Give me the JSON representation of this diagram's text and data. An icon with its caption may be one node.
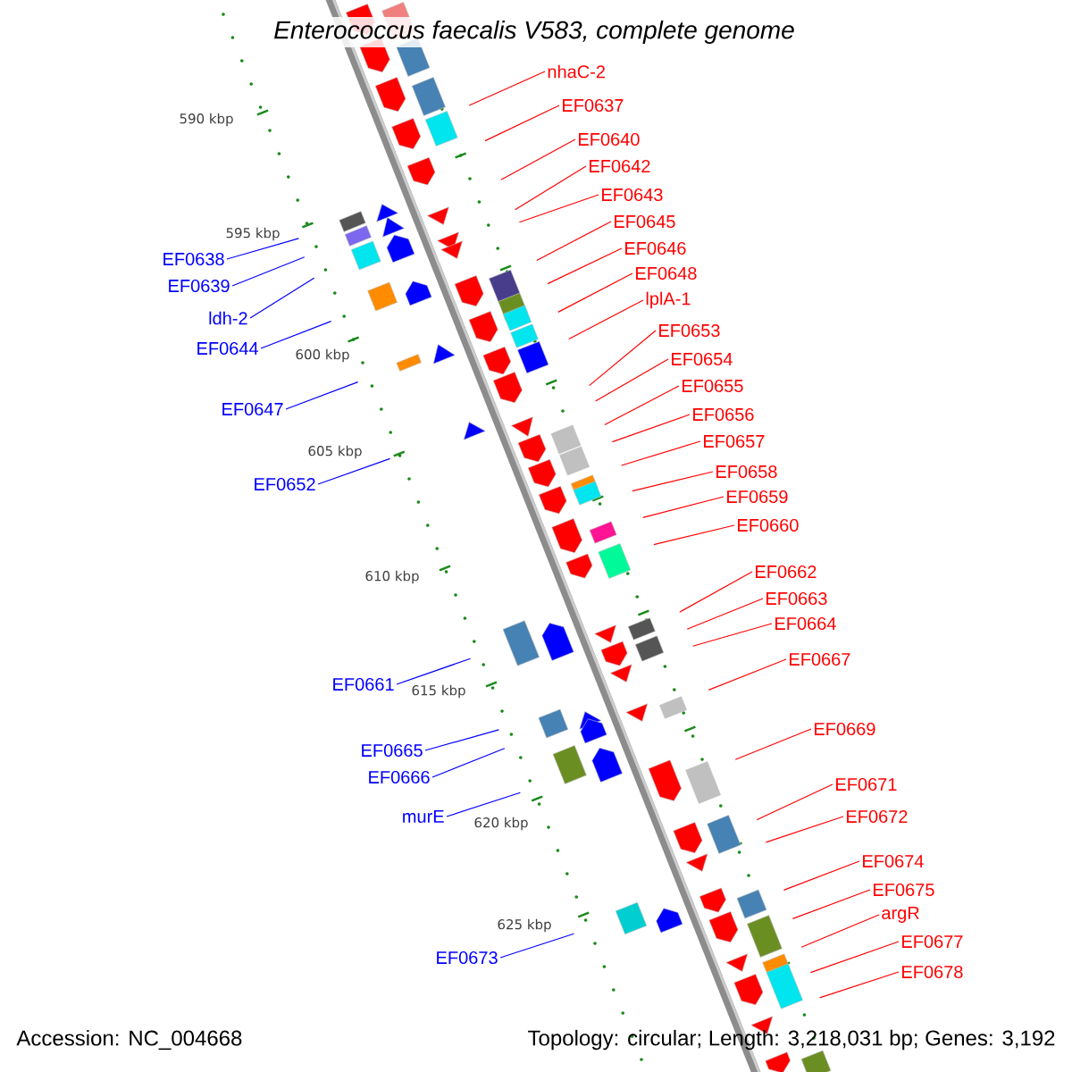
{
  "diagram": {
    "title": "Enterococcus faecalis V583, complete genome",
    "nodes": [
      {
        "text": [
          "nhaC-2"
        ]
      },
      {
        "text": [
          "EF0637"
        ]
      },
      {
        "text": [
          "EF0640"
        ]
      },
      {
        "text": [
          "EF0642"
        ]
      },
      {
        "text": [
          "EF0643"
        ]
      },
      {
        "text": [
          "EF0645"
        ]
      },
      {
        "text": [
          "EF0646"
        ]
      },
      {
        "text": [
          "EF0638"
        ]
      },
      {
        "text": [
          "EF0648"
        ]
      },
      {
        "text": [
          "EF0639"
        ]
      },
      {
        "text": [
          "lplA-1"
        ]
      },
      {
        "text": [
          "ldh-2"
        ]
      },
      {
        "text": [
          "EF0653"
        ]
      },
      {
        "text": [
          "EF0644"
        ]
      },
      {
        "text": [
          "EF0654"
        ]
      },
      {
        "text": [
          "EF0655"
        ]
      },
      {
        "text": [
          "EF0647"
        ]
      },
      {
        "text": [
          "EF0656"
        ]
      },
      {
        "text": [
          "EF0657"
        ]
      },
      {
        "text": [
          "EF0658"
        ]
      },
      {
        "text": [
          "EF0652"
        ]
      },
      {
        "text": [
          "EF0659"
        ]
      },
      {
        "text": [
          "EF0660"
        ]
      },
      {
        "text": [
          "EF0662"
        ]
      },
      {
        "text": [
          "EF0663"
        ]
      },
      {
        "text": [
          "EF0664"
        ]
      },
      {
        "text": [
          "EF0667"
        ]
      },
      {
        "text": [
          "EF0661"
        ]
      },
      {
        "text": [
          "EF0669"
        ]
      },
      {
        "text": [
          "EF0665"
        ]
      },
      {
        "text": [
          "EF0666"
        ]
      },
      {
        "text": [
          "EF0671"
        ]
      },
      {
        "text": [
          "murE"
        ]
      },
      {
        "text": [
          "EF0672"
        ]
      },
      {
        "text": [
          "EF0674"
        ]
      },
      {
        "text": [
          "EF0675"
        ]
      },
      {
        "text": [
          "argR"
        ]
      },
      {
        "text": [
          "EF0677"
        ]
      },
      {
        "text": [
          "EF0673"
        ]
      },
      {
        "text": [
          "EF0678"
        ]
      }
    ],
    "edges": [
      {
        "from": 0,
        "to": null,
        "arrow": "none"
      },
      {
        "from": 1,
        "to": null,
        "arrow": "none"
      },
      {
        "from": 2,
        "to": null,
        "arrow": "none"
      },
      {
        "from": 3,
        "to": null,
        "arrow": "none"
      },
      {
        "from": 4,
        "to": null,
        "arrow": "none"
      },
      {
        "from": 5,
        "to": null,
        "arrow": "none"
      },
      {
        "from": 6,
        "to": null,
        "arrow": "none"
      },
      {
        "from": 7,
        "to": null,
        "arrow": "none",
        "color": "#0000ff"
      },
      {
        "from": 8,
        "to": null,
        "arrow": "none"
      },
      {
        "from": 9,
        "to": null,
        "arrow": "none",
        "color": "#0000ff"
      },
      {
        "from": 10,
        "to": null,
        "arrow": "none"
      },
      {
        "from": 11,
        "to": null,
        "arrow": "none",
        "color": "#0000ff"
      },
      {
        "from": 12,
        "to": null,
        "arrow": "none"
      },
      {
        "from": 13,
        "to": null,
        "arrow": "none",
        "color": "#0000ff"
      },
      {
        "from": 14,
        "to": null,
        "arrow": "none"
      },
      {
        "from": 15,
        "to": null,
        "arrow": "none"
      },
      {
        "from": 16,
        "to": null,
        "arrow": "none",
        "color": "#0000ff"
      },
      {
        "from": 17,
        "to": null,
        "arrow": "none"
      },
      {
        "from": 18,
        "to": null,
        "arrow": "none"
      },
      {
        "from": 19,
        "to": null,
        "arrow": "none"
      },
      {
        "from": 20,
        "to": null,
        "arrow": "none",
        "color": "#0000ff"
      },
      {
        "from": 21,
        "to": null,
        "arrow": "none"
      },
      {
        "from": 22,
        "to": null,
        "arrow": "none"
      },
      {
        "from": 23,
        "to": null,
        "arrow": "none"
      },
      {
        "from": 24,
        "to": null,
        "arrow": "none"
      },
      {
        "from": 25,
        "to": null,
        "arrow": "none"
      },
      {
        "from": 26,
        "to": null,
        "arrow": "none"
      },
      {
        "from": 27,
        "to": null,
        "arrow": "none",
        "color": "#0000ff"
      },
      {
        "from": 28,
        "to": null,
        "arrow": "none"
      },
      {
        "from": 29,
        "to": null,
        "arrow": "none",
        "color": "#0000ff"
      },
      {
        "from": 30,
        "to": null,
        "arrow": "none",
        "color": "#0000ff"
      },
      {
        "from": 31,
        "to": null,
        "arrow": "none"
      },
      {
        "from": 32,
        "to": null,
        "arrow": "none",
        "color": "#0000ff"
      },
      {
        "from": 33,
        "to": null,
        "arrow": "none"
      },
      {
        "from": 34,
        "to": null,
        "arrow": "none"
      },
      {
        "from": 35,
        "to": null,
        "arrow": "none"
      },
      {
        "from": 36,
        "to": null,
        "arrow": "none"
      },
      {
        "from": 37,
        "to": null,
        "arrow": "none"
      },
      {
        "from": 38,
        "to": null,
        "arrow": "none",
        "color": "#0000ff"
      },
      {
        "from": 39,
        "to": null,
        "arrow": "none"
      }
    ],
    "labels": [
      "590 kbp",
      "595 kbp",
      "600 kbp",
      "605 kbp",
      "610 kbp",
      "615 kbp",
      "620 kbp",
      "625 kbp",
      "Accession: NC_004668",
      "Topology: circular; Length: 3,218,031 bp; Genes: 3,192"
    ]
  }
}
